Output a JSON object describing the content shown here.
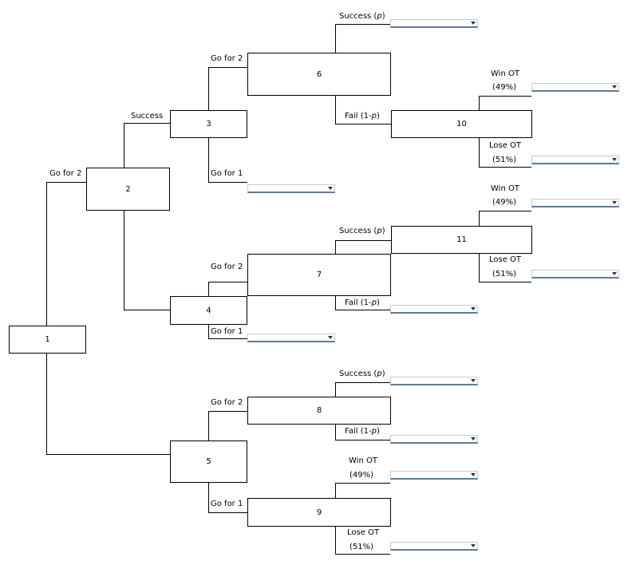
{
  "nodes": {
    "n1": "1",
    "n2": "2",
    "n3": "3",
    "n4": "4",
    "n5": "5",
    "n6": "6",
    "n7": "7",
    "n8": "8",
    "n9": "9",
    "n10": "10",
    "n11": "11"
  },
  "labels": {
    "go_for_2": "Go for 2",
    "go_for_1": "Go for 1",
    "success": "Success",
    "success_prefix": "Success (",
    "p": "p",
    "suffix": ")",
    "fail_prefix": "Fail (1-",
    "win_ot": "Win OT",
    "lose_ot": "Lose OT",
    "pct_49": "(49%)",
    "pct_51": "(51%)"
  },
  "dropdowns": {
    "dd6_success": "",
    "dd10_win": "",
    "dd10_lose": "",
    "dd3_go1": "",
    "dd11_win": "",
    "dd11_lose": "",
    "dd7_fail": "",
    "dd4_go1": "",
    "dd8_success": "",
    "dd8_fail": "",
    "dd9_win": "",
    "dd9_lose": ""
  }
}
